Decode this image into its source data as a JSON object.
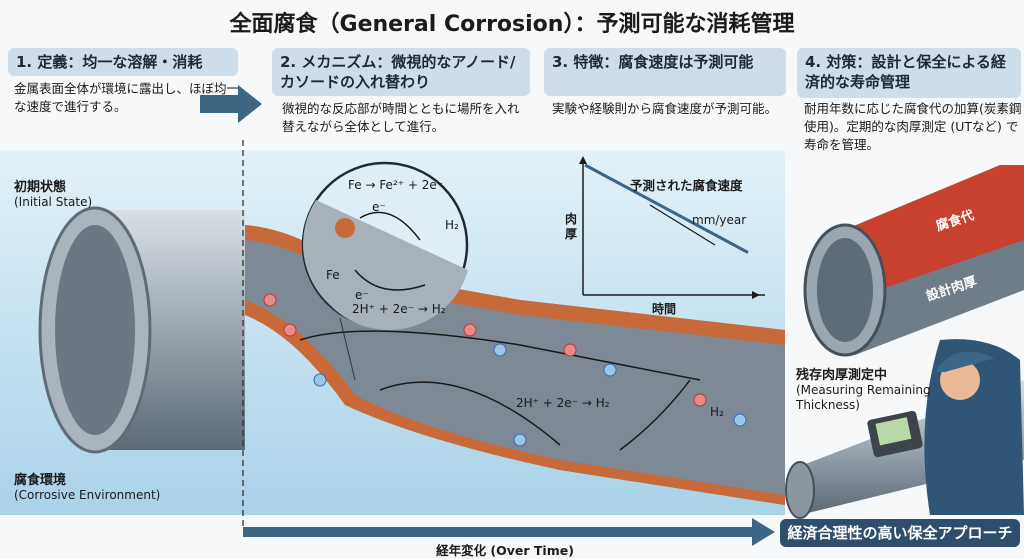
{
  "title": "全面腐食（General Corrosion）：予測可能な消耗管理",
  "sections": [
    {
      "heading": "1. 定義：均一な溶解・消耗",
      "text": "金属表面全体が環境に露出し、ほぼ均一な速度で進行する。"
    },
    {
      "heading": "2. メカニズム：微視的なアノード/カソードの入れ替わり",
      "text": "微視的な反応部が時間とともに場所を入れ替えながら全体として進行。"
    },
    {
      "heading": "3. 特徴：腐食速度は予測可能",
      "text": "実験や経験則から腐食速度が予測可能。"
    },
    {
      "heading": "4. 対策：設計と保全による経済的な寿命管理",
      "text": "耐用年数に応じた腐食代の加算(炭素鋼使用)。定期的な肉厚測定 (UTなど) で寿命を管理。"
    }
  ],
  "left_labels": {
    "initial_jp": "初期状態",
    "initial_en": "(Initial State)",
    "env_jp": "腐食環境",
    "env_en": "(Corrosive Environment)"
  },
  "magnifier": {
    "anode_eq": "Fe → Fe²⁺ + 2e⁻",
    "fe": "Fe",
    "electron": "e⁻",
    "h2": "H₂",
    "cathode_eq": "2H⁺ + 2e⁻ → H₂"
  },
  "pipe_eq": "2H⁺ + 2e⁻ → H₂",
  "chart_data": {
    "type": "line",
    "title": "予測された腐食速度",
    "annotation": "mm/year",
    "xlabel": "時間",
    "ylabel": "肉厚",
    "series": [
      {
        "name": "肉厚",
        "x": [
          0,
          1
        ],
        "y": [
          1,
          0.3
        ]
      }
    ]
  },
  "right_pipe": {
    "allowance": "腐食代",
    "design": "設計肉厚"
  },
  "measuring": {
    "jp": "残存肉厚測定中",
    "en": "(Measuring Remaining Thickness)"
  },
  "time_label": "経年変化 (Over Time)",
  "conclusion": "経済合理性の高い保全アプローチ",
  "colors": {
    "header_bg": "#cddde9",
    "dark_blue": "#2e4e6c",
    "rust": "#c8693a",
    "water": "#cfe6f2"
  }
}
